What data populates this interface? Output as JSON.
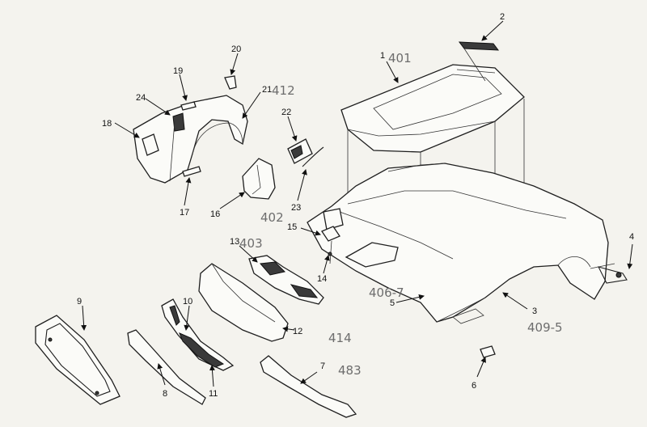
{
  "callouts": {
    "c1": "1",
    "c2": "2",
    "c3": "3",
    "c4": "4",
    "c5": "5",
    "c6": "6",
    "c7": "7",
    "c8": "8",
    "c9": "9",
    "c10": "10",
    "c11": "11",
    "c12": "12",
    "c13": "13",
    "c14": "14",
    "c15": "15",
    "c16": "16",
    "c17": "17",
    "c18": "18",
    "c19": "19",
    "c20": "20",
    "c21": "21",
    "c22": "22",
    "c23": "23",
    "c24": "24"
  },
  "handwritten": {
    "h401": "401",
    "h412": "412",
    "h402": "402",
    "h403": "403",
    "h406_7": "406-7",
    "h414": "414",
    "h483": "483",
    "h409_5": "409-5"
  }
}
